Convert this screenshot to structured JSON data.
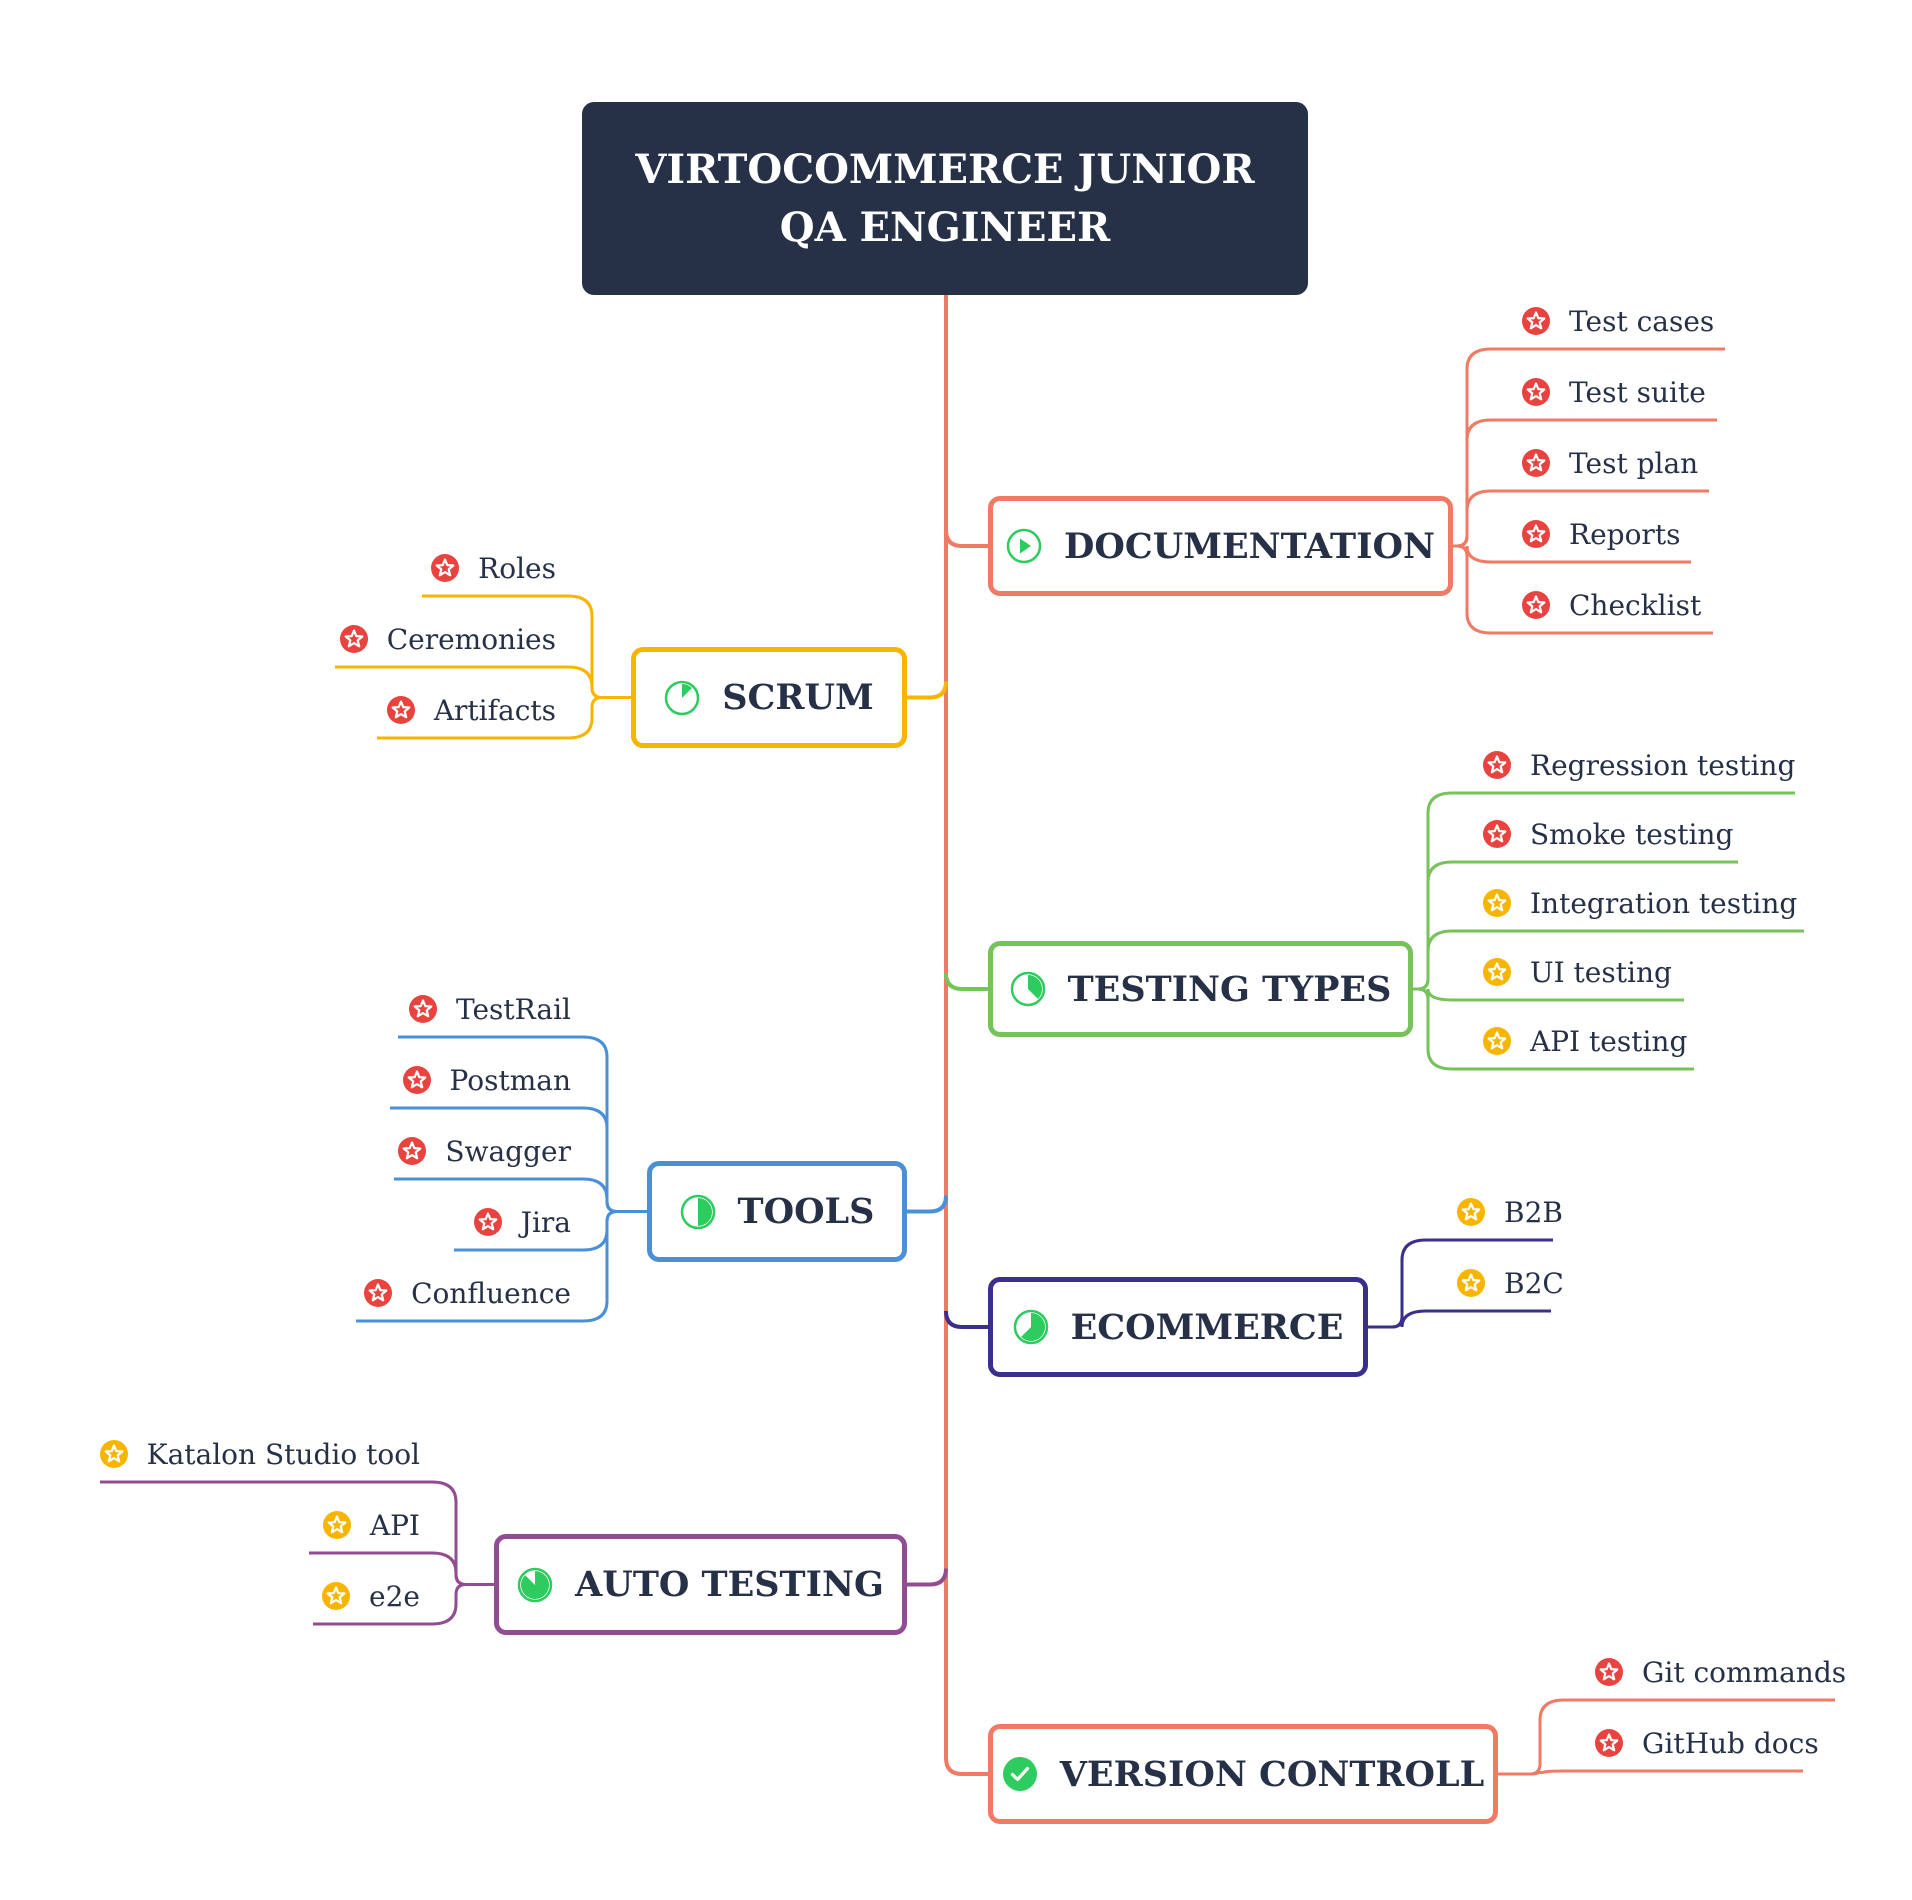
{
  "colors": {
    "root_bg": "#263148",
    "text": "#263148",
    "trunk": "#f07a63",
    "priority_red": "#e8433e",
    "priority_yellow": "#f7b500",
    "progress_green": "#2ecc5e"
  },
  "root": {
    "line1": "VIRTOCOMMERCE JUNIOR",
    "line2": "QA ENGINEER"
  },
  "topics": [
    {
      "id": "documentation",
      "title": "DOCUMENTATION",
      "side": "right",
      "color": "#f07a63",
      "icon": "progress-start-icon",
      "progress": 0,
      "children": [
        {
          "label": "Test cases",
          "priority": "red"
        },
        {
          "label": "Test suite",
          "priority": "red"
        },
        {
          "label": "Test plan",
          "priority": "red"
        },
        {
          "label": "Reports",
          "priority": "red"
        },
        {
          "label": "Checklist",
          "priority": "red"
        }
      ]
    },
    {
      "id": "scrum",
      "title": "SCRUM",
      "side": "left",
      "color": "#f7b500",
      "icon": "progress-pie-icon",
      "progress": 0.125,
      "children": [
        {
          "label": "Roles",
          "priority": "red"
        },
        {
          "label": "Ceremonies",
          "priority": "red"
        },
        {
          "label": "Artifacts",
          "priority": "red"
        }
      ]
    },
    {
      "id": "testing-types",
      "title": "TESTING TYPES",
      "side": "right",
      "color": "#77c25a",
      "icon": "progress-pie-icon",
      "progress": 0.375,
      "children": [
        {
          "label": "Regression testing",
          "priority": "red"
        },
        {
          "label": "Smoke testing",
          "priority": "red"
        },
        {
          "label": "Integration testing",
          "priority": "yellow"
        },
        {
          "label": "UI testing",
          "priority": "yellow"
        },
        {
          "label": "API testing",
          "priority": "yellow"
        }
      ]
    },
    {
      "id": "tools",
      "title": "TOOLS",
      "side": "left",
      "color": "#4a90d9",
      "icon": "progress-pie-icon",
      "progress": 0.5,
      "children": [
        {
          "label": "TestRail",
          "priority": "red"
        },
        {
          "label": "Postman",
          "priority": "red"
        },
        {
          "label": "Swagger",
          "priority": "red"
        },
        {
          "label": "Jira",
          "priority": "red"
        },
        {
          "label": "Confluence",
          "priority": "red"
        }
      ]
    },
    {
      "id": "ecommerce",
      "title": "ECOMMERCE",
      "side": "right",
      "color": "#3b2f8c",
      "icon": "progress-pie-icon",
      "progress": 0.625,
      "children": [
        {
          "label": "B2B",
          "priority": "yellow"
        },
        {
          "label": "B2C",
          "priority": "yellow"
        }
      ]
    },
    {
      "id": "auto-testing",
      "title": "AUTO TESTING",
      "side": "left",
      "color": "#924c91",
      "icon": "progress-pie-icon",
      "progress": 0.875,
      "children": [
        {
          "label": "Katalon Studio tool",
          "priority": "yellow"
        },
        {
          "label": "API",
          "priority": "yellow"
        },
        {
          "label": "e2e",
          "priority": "yellow"
        }
      ]
    },
    {
      "id": "version-controll",
      "title": "VERSION CONTROLL",
      "side": "right",
      "color": "#f07a63",
      "icon": "progress-done-icon",
      "progress": 1,
      "children": [
        {
          "label": "Git commands",
          "priority": "red"
        },
        {
          "label": "GitHub docs",
          "priority": "red"
        }
      ]
    }
  ]
}
